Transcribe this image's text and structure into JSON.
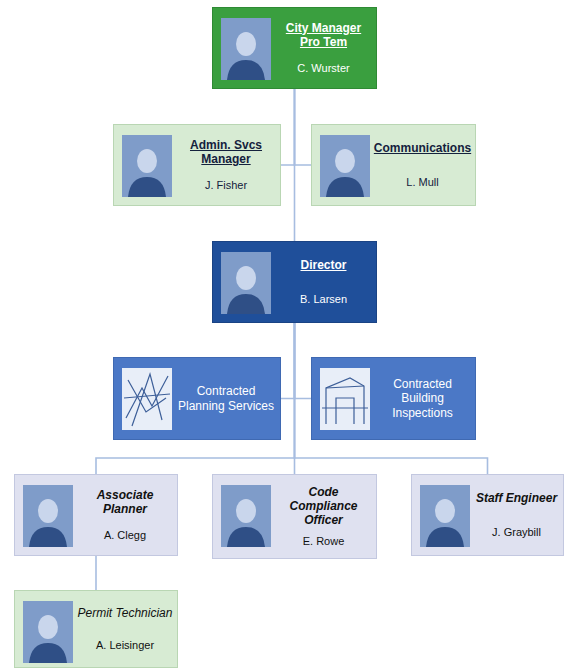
{
  "diagram": {
    "nodes": [
      {
        "text": [
          "City Manager Pro Tem",
          "C. Wurster"
        ]
      },
      {
        "text": [
          "Admin. Svcs Manager",
          "J. Fisher"
        ]
      },
      {
        "text": [
          "Communications",
          "L. Mull"
        ]
      },
      {
        "text": [
          "Director",
          "B. Larsen"
        ]
      },
      {
        "text": [
          "Contracted Planning Services"
        ]
      },
      {
        "text": [
          "Contracted Building Inspections"
        ]
      },
      {
        "text": [
          "Associate Planner",
          "A. Clegg"
        ]
      },
      {
        "text": [
          "Code Compliance Officer",
          "E. Rowe"
        ]
      },
      {
        "text": [
          "Staff Engineer",
          "J. Graybill"
        ]
      },
      {
        "text": [
          "Permit Technician",
          "A. Leisinger"
        ]
      }
    ],
    "edges": [
      {
        "from": 0,
        "to": 1,
        "arrow": "none"
      },
      {
        "from": 0,
        "to": 2,
        "arrow": "none"
      },
      {
        "from": 0,
        "to": 3,
        "arrow": "none"
      },
      {
        "from": 3,
        "to": 4,
        "arrow": "none"
      },
      {
        "from": 3,
        "to": 5,
        "arrow": "none"
      },
      {
        "from": 3,
        "to": 6,
        "arrow": "none"
      },
      {
        "from": 3,
        "to": 7,
        "arrow": "none"
      },
      {
        "from": 3,
        "to": 8,
        "arrow": "none"
      },
      {
        "from": 6,
        "to": 9,
        "arrow": "none"
      }
    ]
  }
}
